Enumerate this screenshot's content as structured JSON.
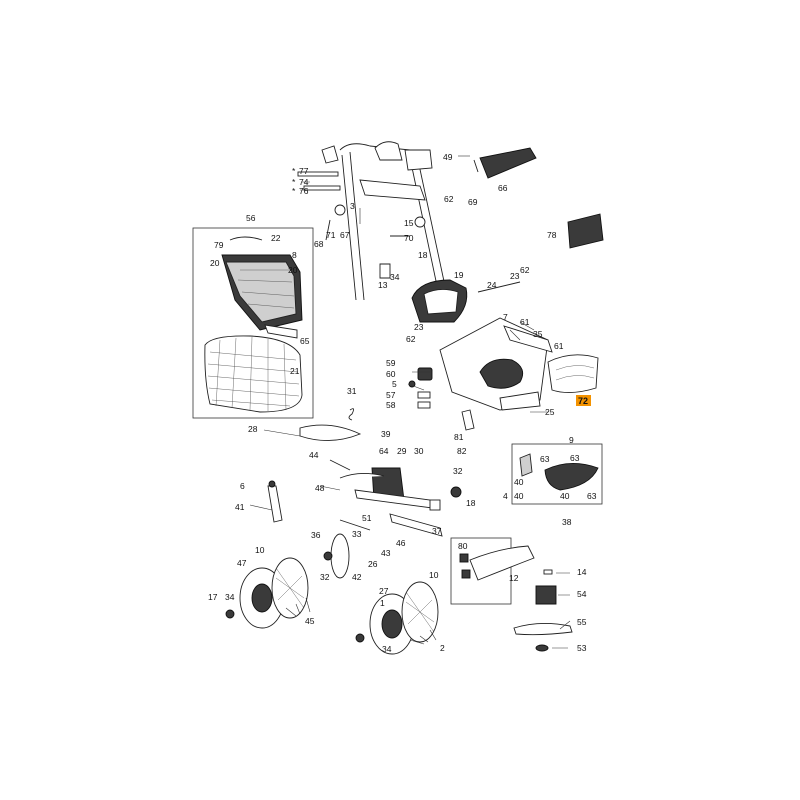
{
  "diagram": {
    "highlight_color": "#f39200",
    "highlighted_part": "72",
    "labels": {
      "p77": "77",
      "p74": "74",
      "p76": "76",
      "p49": "49",
      "p66": "66",
      "p69": "69",
      "p62a": "62",
      "p3": "3",
      "p15": "15",
      "p71": "71",
      "p67": "67",
      "p68": "68",
      "p70": "70",
      "p18a": "18",
      "p34a": "34",
      "p13": "13",
      "p78": "78",
      "p56": "56",
      "p22": "22",
      "p79": "79",
      "p8": "8",
      "p20a": "20",
      "p20b": "20",
      "p65": "65",
      "p21": "21",
      "p19": "19",
      "p23a": "23",
      "p62b": "62",
      "p24": "24",
      "p7": "7",
      "p61a": "61",
      "p23b": "23",
      "p62c": "62",
      "p35": "35",
      "p61b": "61",
      "p59": "59",
      "p60": "60",
      "p5": "5",
      "p57": "57",
      "p58": "58",
      "p72": "72",
      "p25": "25",
      "p81": "81",
      "p82": "82",
      "p31": "31",
      "p28": "28",
      "p39": "39",
      "p64": "64",
      "p29": "29",
      "p30": "30",
      "p44": "44",
      "p48": "48",
      "p32a": "32",
      "p18b": "18",
      "p9": "9",
      "p63a": "63",
      "p63b": "63",
      "p63c": "63",
      "p40a": "40",
      "p40b": "40",
      "p4": "4",
      "p38": "38",
      "p6": "6",
      "p41": "41",
      "p51": "51",
      "p37": "37",
      "p36": "36",
      "p33": "33",
      "p46": "46",
      "p43": "43",
      "p26": "26",
      "p32b": "32",
      "p42": "42",
      "p80": "80",
      "p12": "12",
      "p14": "14",
      "p54": "54",
      "p55": "55",
      "p53": "53",
      "p10a": "10",
      "p47": "47",
      "p17": "17",
      "p34b": "34",
      "p45": "45",
      "p10b": "10",
      "p27": "27",
      "p1": "1",
      "p34c": "34",
      "p2": "2"
    },
    "markers": {
      "m77": "*",
      "m74": "*",
      "m76": "*"
    }
  }
}
